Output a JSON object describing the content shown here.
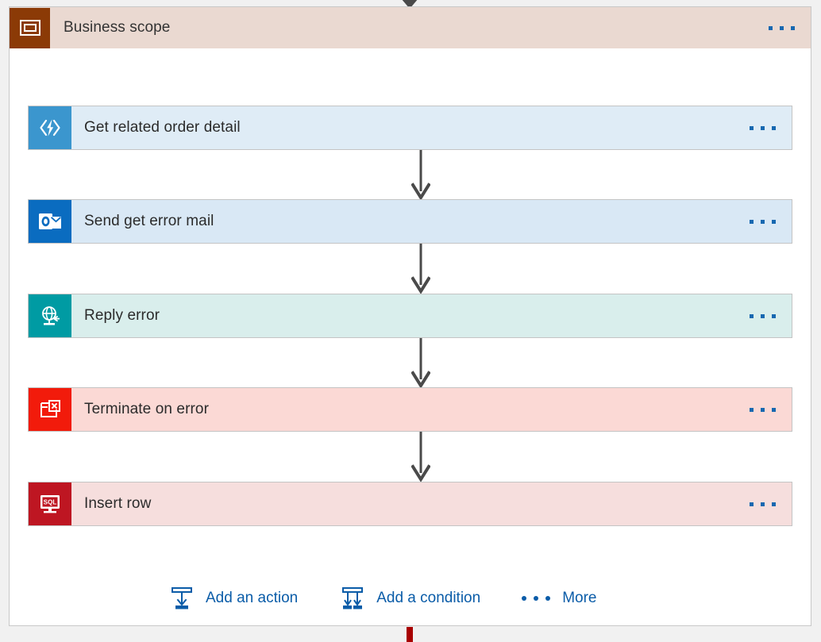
{
  "scope": {
    "title": "Business scope",
    "icon": "scope-frame-icon",
    "header_bg": "#ead9d1",
    "icon_bg": "#8b3a06",
    "menu": "ellipsis-menu"
  },
  "actions": [
    {
      "label": "Get related order detail",
      "icon": "logic-apps-lightning-icon",
      "icon_bg": "#3b96ce",
      "row_bg": "#dfecf6",
      "menu": "ellipsis-menu"
    },
    {
      "label": "Send get error mail",
      "icon": "outlook-envelope-icon",
      "icon_bg": "#0a6cc0",
      "row_bg": "#d9e8f5",
      "menu": "ellipsis-menu"
    },
    {
      "label": "Reply error",
      "icon": "response-globe-icon",
      "icon_bg": "#009ba3",
      "row_bg": "#d9eeec",
      "menu": "ellipsis-menu"
    },
    {
      "label": "Terminate on error",
      "icon": "terminate-window-x-icon",
      "icon_bg": "#f21b0b",
      "row_bg": "#fbd9d5",
      "menu": "ellipsis-menu"
    },
    {
      "label": "Insert row",
      "icon": "sql-server-icon",
      "icon_bg": "#be1622",
      "row_bg": "#f6dedd",
      "menu": "ellipsis-menu"
    }
  ],
  "toolbar": {
    "add_action_label": "Add an action",
    "add_action_icon": "add-action-icon",
    "add_condition_label": "Add a condition",
    "add_condition_icon": "add-condition-icon",
    "more_label": "More",
    "more_icon": "ellipsis-icon",
    "link_color": "#0a5ca8"
  },
  "connectors": {
    "arrow_color": "#4a4a4a",
    "incoming": "incoming-arrowhead",
    "outgoing": "outgoing-connector-stub"
  }
}
